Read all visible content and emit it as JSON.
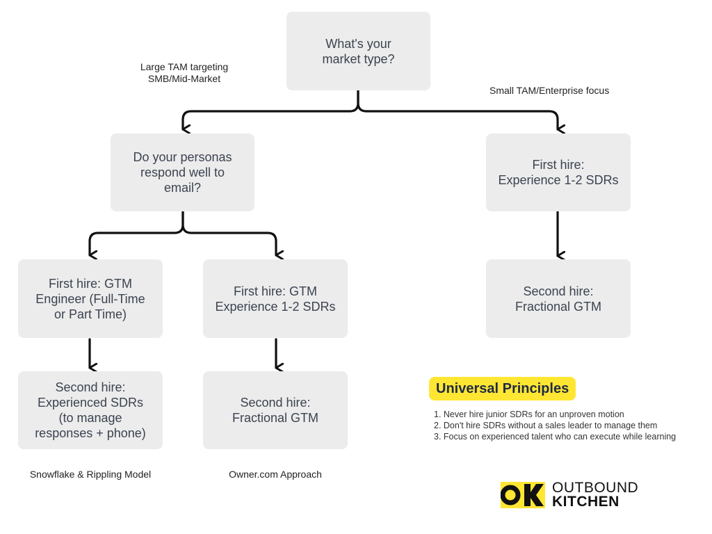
{
  "nodes": {
    "market_type": "What's your\nmarket type?",
    "personas_email": "Do your personas\nrespond well to\nemail?",
    "enterprise_first": "First hire:\nExperience 1-2 SDRs",
    "gtm_engineer_first": "First hire: GTM\nEngineer (Full-Time\nor Part Time)",
    "gtm_first": "First hire: GTM\nExperience 1-2 SDRs",
    "enterprise_second": "Second hire:\nFractional GTM",
    "experienced_sdrs_second": "Second hire:\nExperienced SDRs\n(to manage\nresponses + phone)",
    "fractional_second": "Second hire:\nFractional GTM"
  },
  "branch_labels": {
    "large_tam": "Large TAM targeting\nSMB/Mid-Market",
    "small_tam": "Small TAM/Enterprise focus"
  },
  "model_labels": {
    "snowflake": "Snowflake & Rippling Model",
    "owner": "Owner.com Approach"
  },
  "principles": {
    "title": "Universal Principles",
    "items": [
      "1. Never hire junior SDRs for an unproven motion",
      "2. Don't hire SDRs without a sales leader to manage them",
      "3. Focus on experienced talent who can execute while learning"
    ]
  },
  "logo": {
    "line1": "OUTBOUND",
    "line2": "KITCHEN",
    "accent_color": "#ffe633"
  },
  "colors": {
    "box_fill": "#ececec",
    "connector": "#111111",
    "highlight": "#ffe633"
  }
}
